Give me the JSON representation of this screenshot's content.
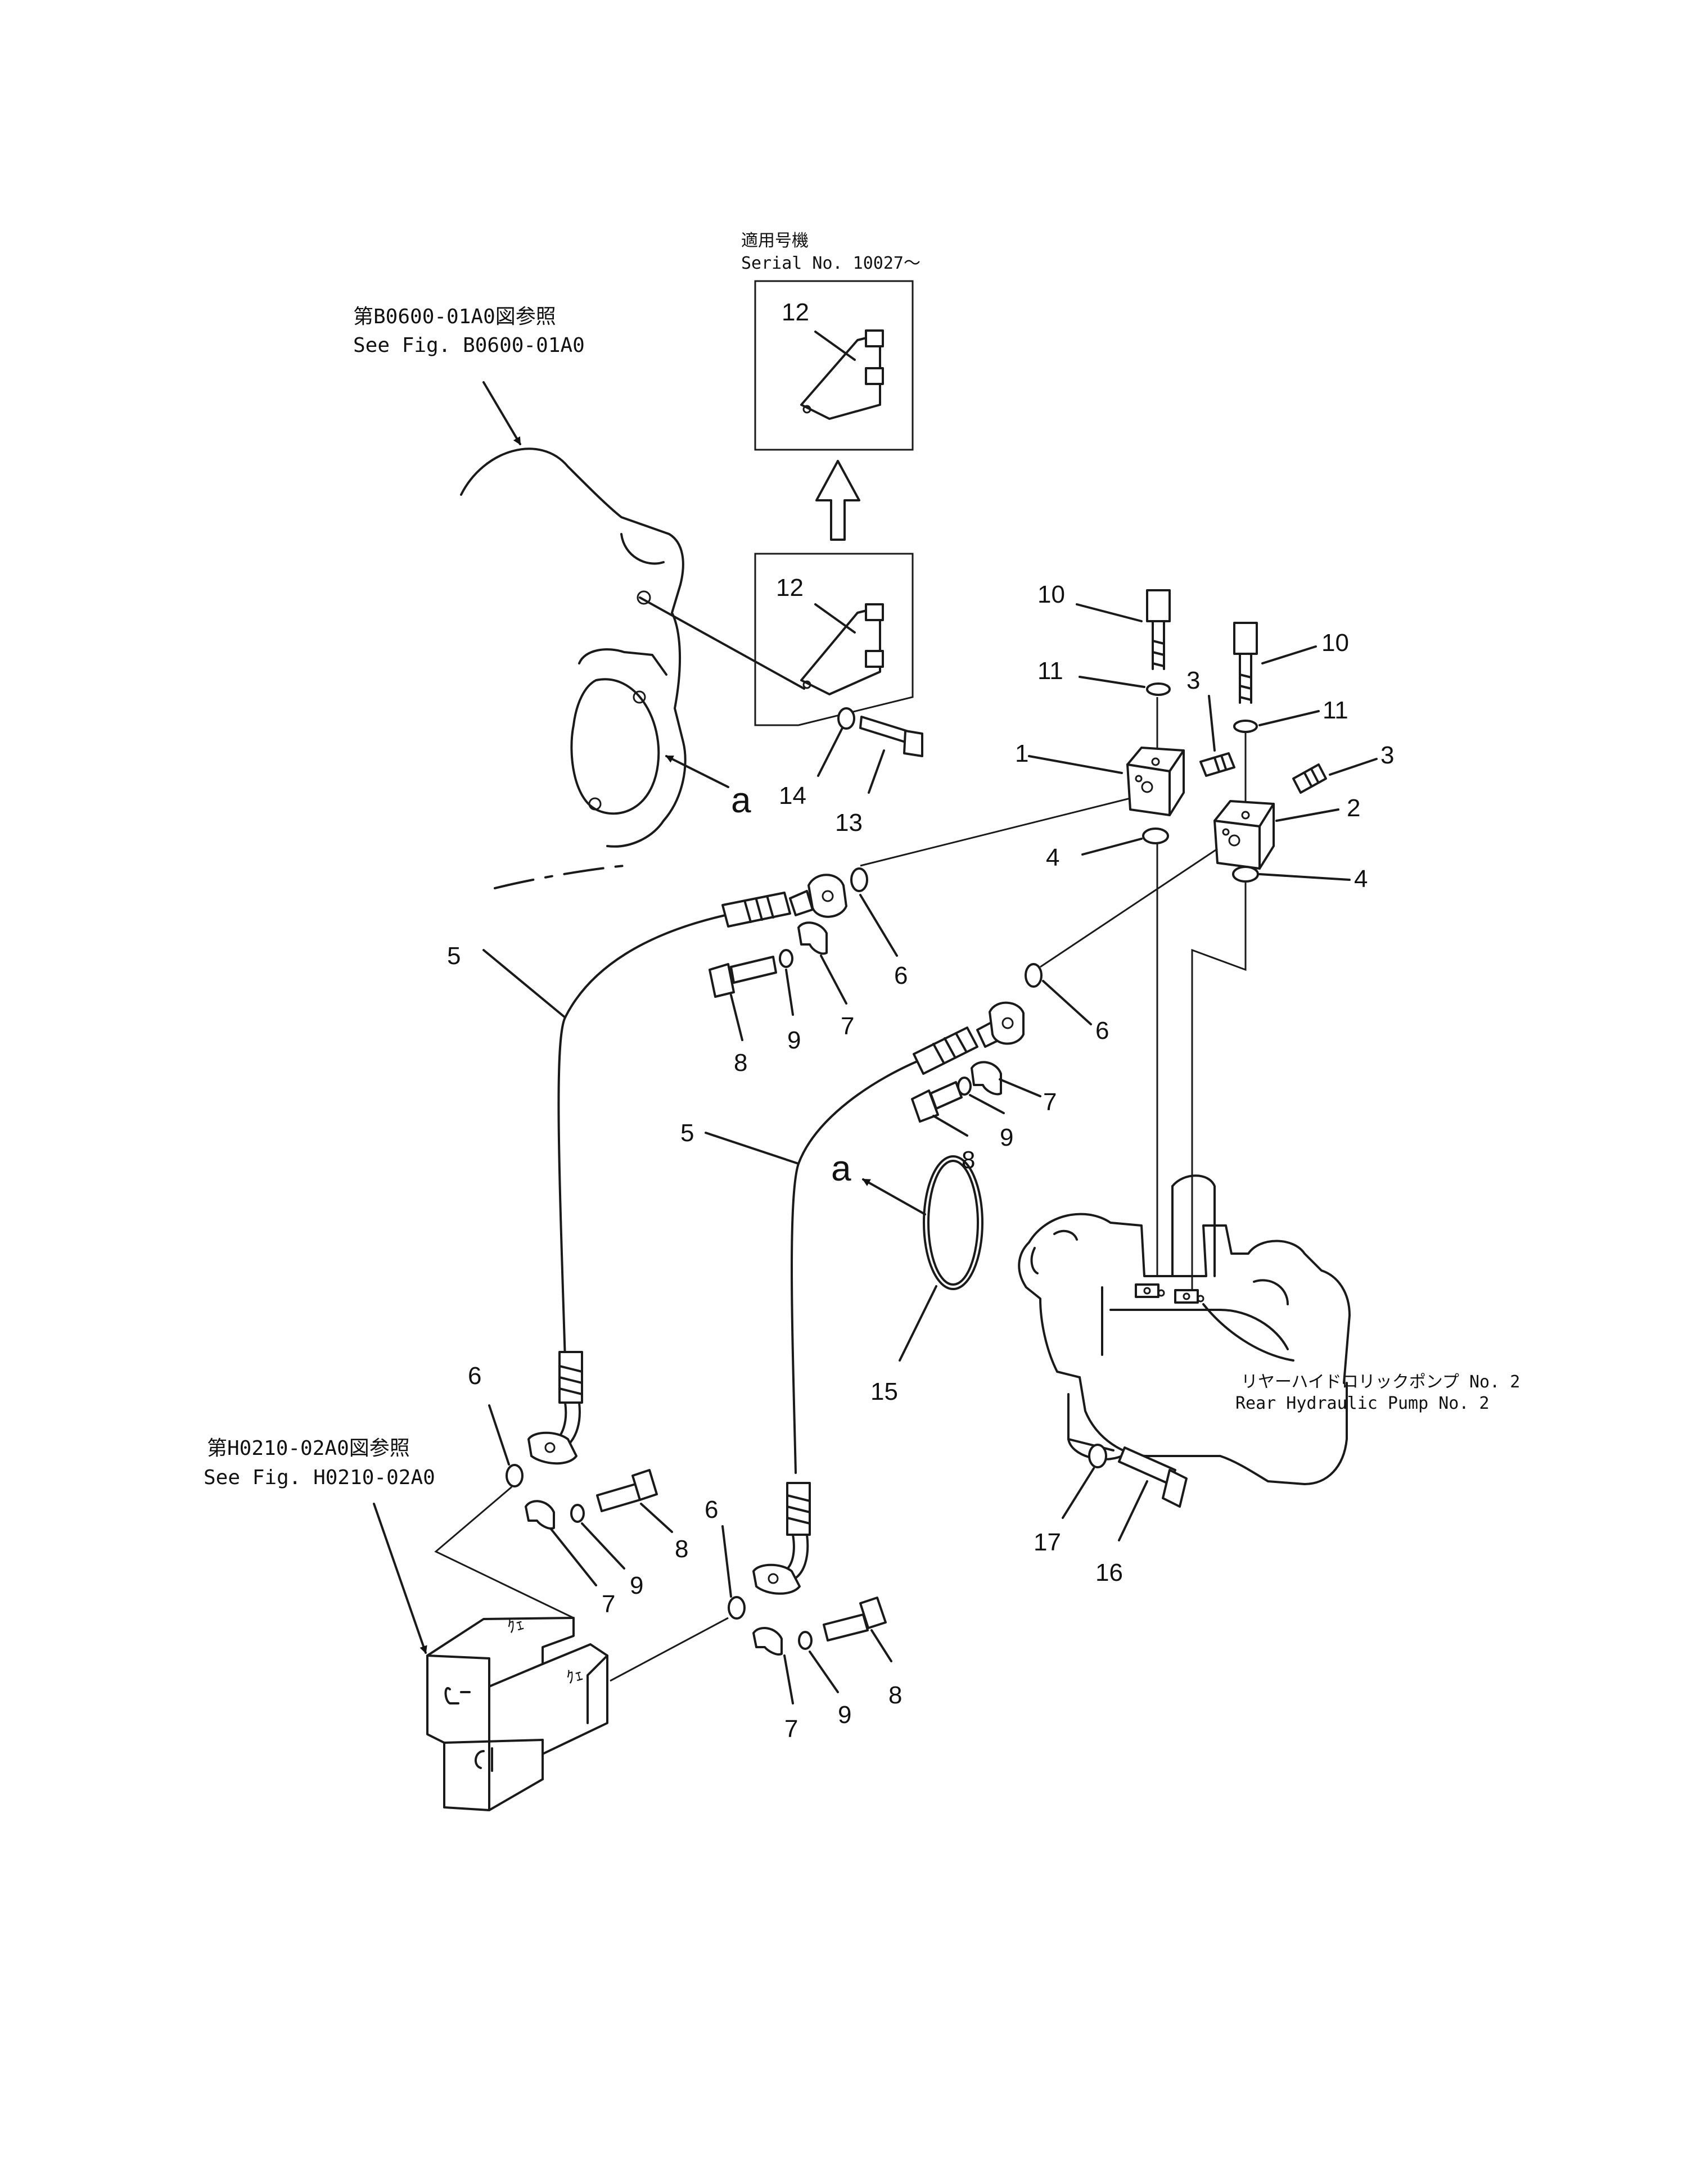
{
  "references": {
    "top_left_jp": "第B0600-01A0図参照",
    "top_left_en": "See  Fig. B0600-01A0",
    "bottom_left_jp": "第H0210-02A0図参照",
    "bottom_left_en": "See  Fig. H0210-02A0"
  },
  "serial": {
    "jp": "適用号機",
    "en": "Serial  No.  10027～"
  },
  "pump_label": {
    "jp": "リヤーハイドロリックポンプ  No. 2",
    "en": "Rear  Hydraulic  Pump  No. 2"
  },
  "view_letter": "a",
  "callouts": {
    "c1": "1",
    "c2": "2",
    "c3": "3",
    "c4": "4",
    "c5": "5",
    "c6": "6",
    "c7": "7",
    "c8": "8",
    "c9": "9",
    "c10": "10",
    "c11": "11",
    "c12": "12",
    "c13": "13",
    "c14": "14",
    "c15": "15",
    "c16": "16",
    "c17": "17"
  }
}
